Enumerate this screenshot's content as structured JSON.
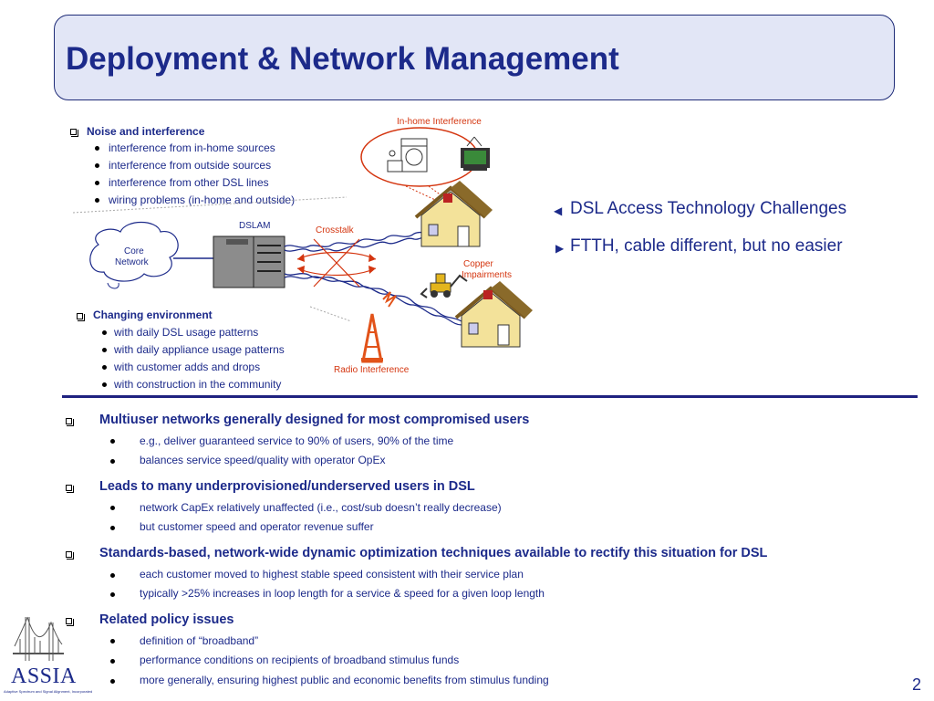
{
  "title": "Deployment & Network Management",
  "noise": {
    "heading": "Noise and interference",
    "items": [
      "interference from in-home sources",
      "interference from outside sources",
      "interference from other DSL lines",
      "wiring problems (in-home and outside)"
    ]
  },
  "changing": {
    "heading": "Changing environment",
    "items": [
      "with daily DSL usage patterns",
      "with daily appliance usage patterns",
      "with customer adds and drops",
      "with construction in the community"
    ]
  },
  "diagram": {
    "inhome_label": "In-home Interference",
    "dslam_label": "DSLAM",
    "crosstalk_label": "Crosstalk",
    "core_network_line1": "Core",
    "core_network_line2": "Network",
    "copper_line1": "Copper",
    "copper_line2": "Impairments",
    "radio_label": "Radio Interference"
  },
  "side": {
    "items": [
      {
        "arrow": "◀",
        "text": "DSL Access Technology Challenges"
      },
      {
        "arrow": "▶",
        "text": "FTTH, cable different, but no easier"
      }
    ]
  },
  "main": {
    "sections": [
      {
        "heading": "Multiuser networks generally designed for most compromised users",
        "items": [
          "e.g., deliver guaranteed service to 90% of users, 90% of the time",
          "balances service speed/quality with operator OpEx"
        ]
      },
      {
        "heading": "Leads to many underprovisioned/underserved users in DSL",
        "items": [
          "network CapEx relatively unaffected (i.e., cost/sub doesn’t really decrease)",
          "but customer speed and operator revenue suffer"
        ]
      },
      {
        "heading": "Standards-based, network-wide dynamic optimization techniques available to rectify this situation for DSL",
        "items": [
          "each customer moved to highest stable speed consistent with their service plan",
          "typically >25% increases in loop length for a service & speed for a given loop length"
        ]
      },
      {
        "heading": "Related policy issues",
        "items": [
          "definition of “broadband”",
          "performance conditions on recipients of broadband stimulus funds",
          "more generally, ensuring highest public and economic benefits from stimulus funding"
        ]
      }
    ]
  },
  "logo": {
    "name": "ASSIA",
    "tagline": "Adaptive Spectrum and Signal Alignment, Incorporated"
  },
  "page_number": "2",
  "colors": {
    "title": "#1c2a8a",
    "title_box": "#e2e6f6",
    "divider": "#1f2280",
    "annotation_red": "#d4350f"
  }
}
